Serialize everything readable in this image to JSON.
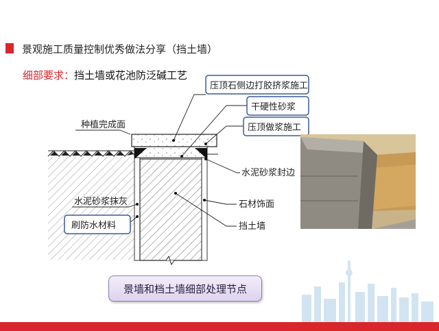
{
  "title": "景观施工质量控制优秀做法分享（挡土墙）",
  "subtitle": {
    "label": "细部要求：",
    "text": "挡土墙或花池防泛碱工艺"
  },
  "callouts": {
    "coping_edge_glue": "压顶石侧边打胶挤浆施工",
    "dry_mortar": "干硬性砂浆",
    "coping_construction": "压顶做浆施工",
    "planting_surface": "种植完成面",
    "mortar_edge_seal": "水泥砂浆封边",
    "mortar_plaster": "水泥砂浆抹灰",
    "waterproof_coating": "刷防水材料",
    "stone_finish": "石材饰面",
    "retaining_wall": "挡土墙"
  },
  "caption": "景墙和档土墙细部处理节点",
  "colors": {
    "accent_red": "#d9262b",
    "callout_border": "#3a5a94",
    "caption_bg": "#e6def3",
    "skyline": "#d2e4f1"
  },
  "icons": {
    "photo": "retaining-wall-photo",
    "skyline": "city-skyline-decoration"
  }
}
